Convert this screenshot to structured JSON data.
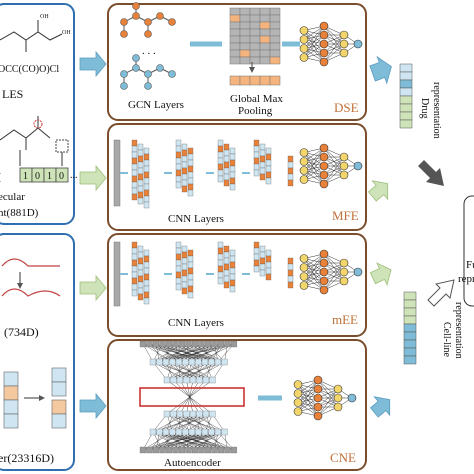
{
  "drug_input": {
    "smiles_fragment": "OCC(CO)O)Cl",
    "smiles_label": "LES",
    "fingerprint_bits": [
      "1",
      "0",
      "1",
      "0"
    ],
    "fingerprint_more": "...",
    "fingerprint_label_1": "ecular",
    "fingerprint_label_2": "nt(881D)"
  },
  "cell_input": {
    "expression_label": "(734D)",
    "other_label": "er(23316D)"
  },
  "dse": {
    "gcn_label": "GCN Layers",
    "pool_label_1": "Global Max",
    "pool_label_2": "Pooling",
    "ellipsis": ". . .",
    "tag": "DSE"
  },
  "mfe": {
    "cnn_label": "CNN Layers",
    "tag": "MFE"
  },
  "mee": {
    "cnn_label": "CNN Layers",
    "tag": "mEE"
  },
  "cne": {
    "ae_label": "Autoencoder",
    "tag": "CNE"
  },
  "drug_representation": {
    "label_1": "Drug",
    "label_2": "representation"
  },
  "cell_representation": {
    "label_1": "Cell-line",
    "label_2": "representation"
  },
  "fusion": {
    "label_1": "Fu",
    "label_2": "repres"
  },
  "colors": {
    "orange": "#e8823a",
    "blue": "#7fbcd8",
    "light_blue": "#cfe6f2",
    "gray": "#8c8c8c",
    "green": "#cfe3b8",
    "tag": "#c0703a",
    "panel_border": "#7a4e2d"
  }
}
